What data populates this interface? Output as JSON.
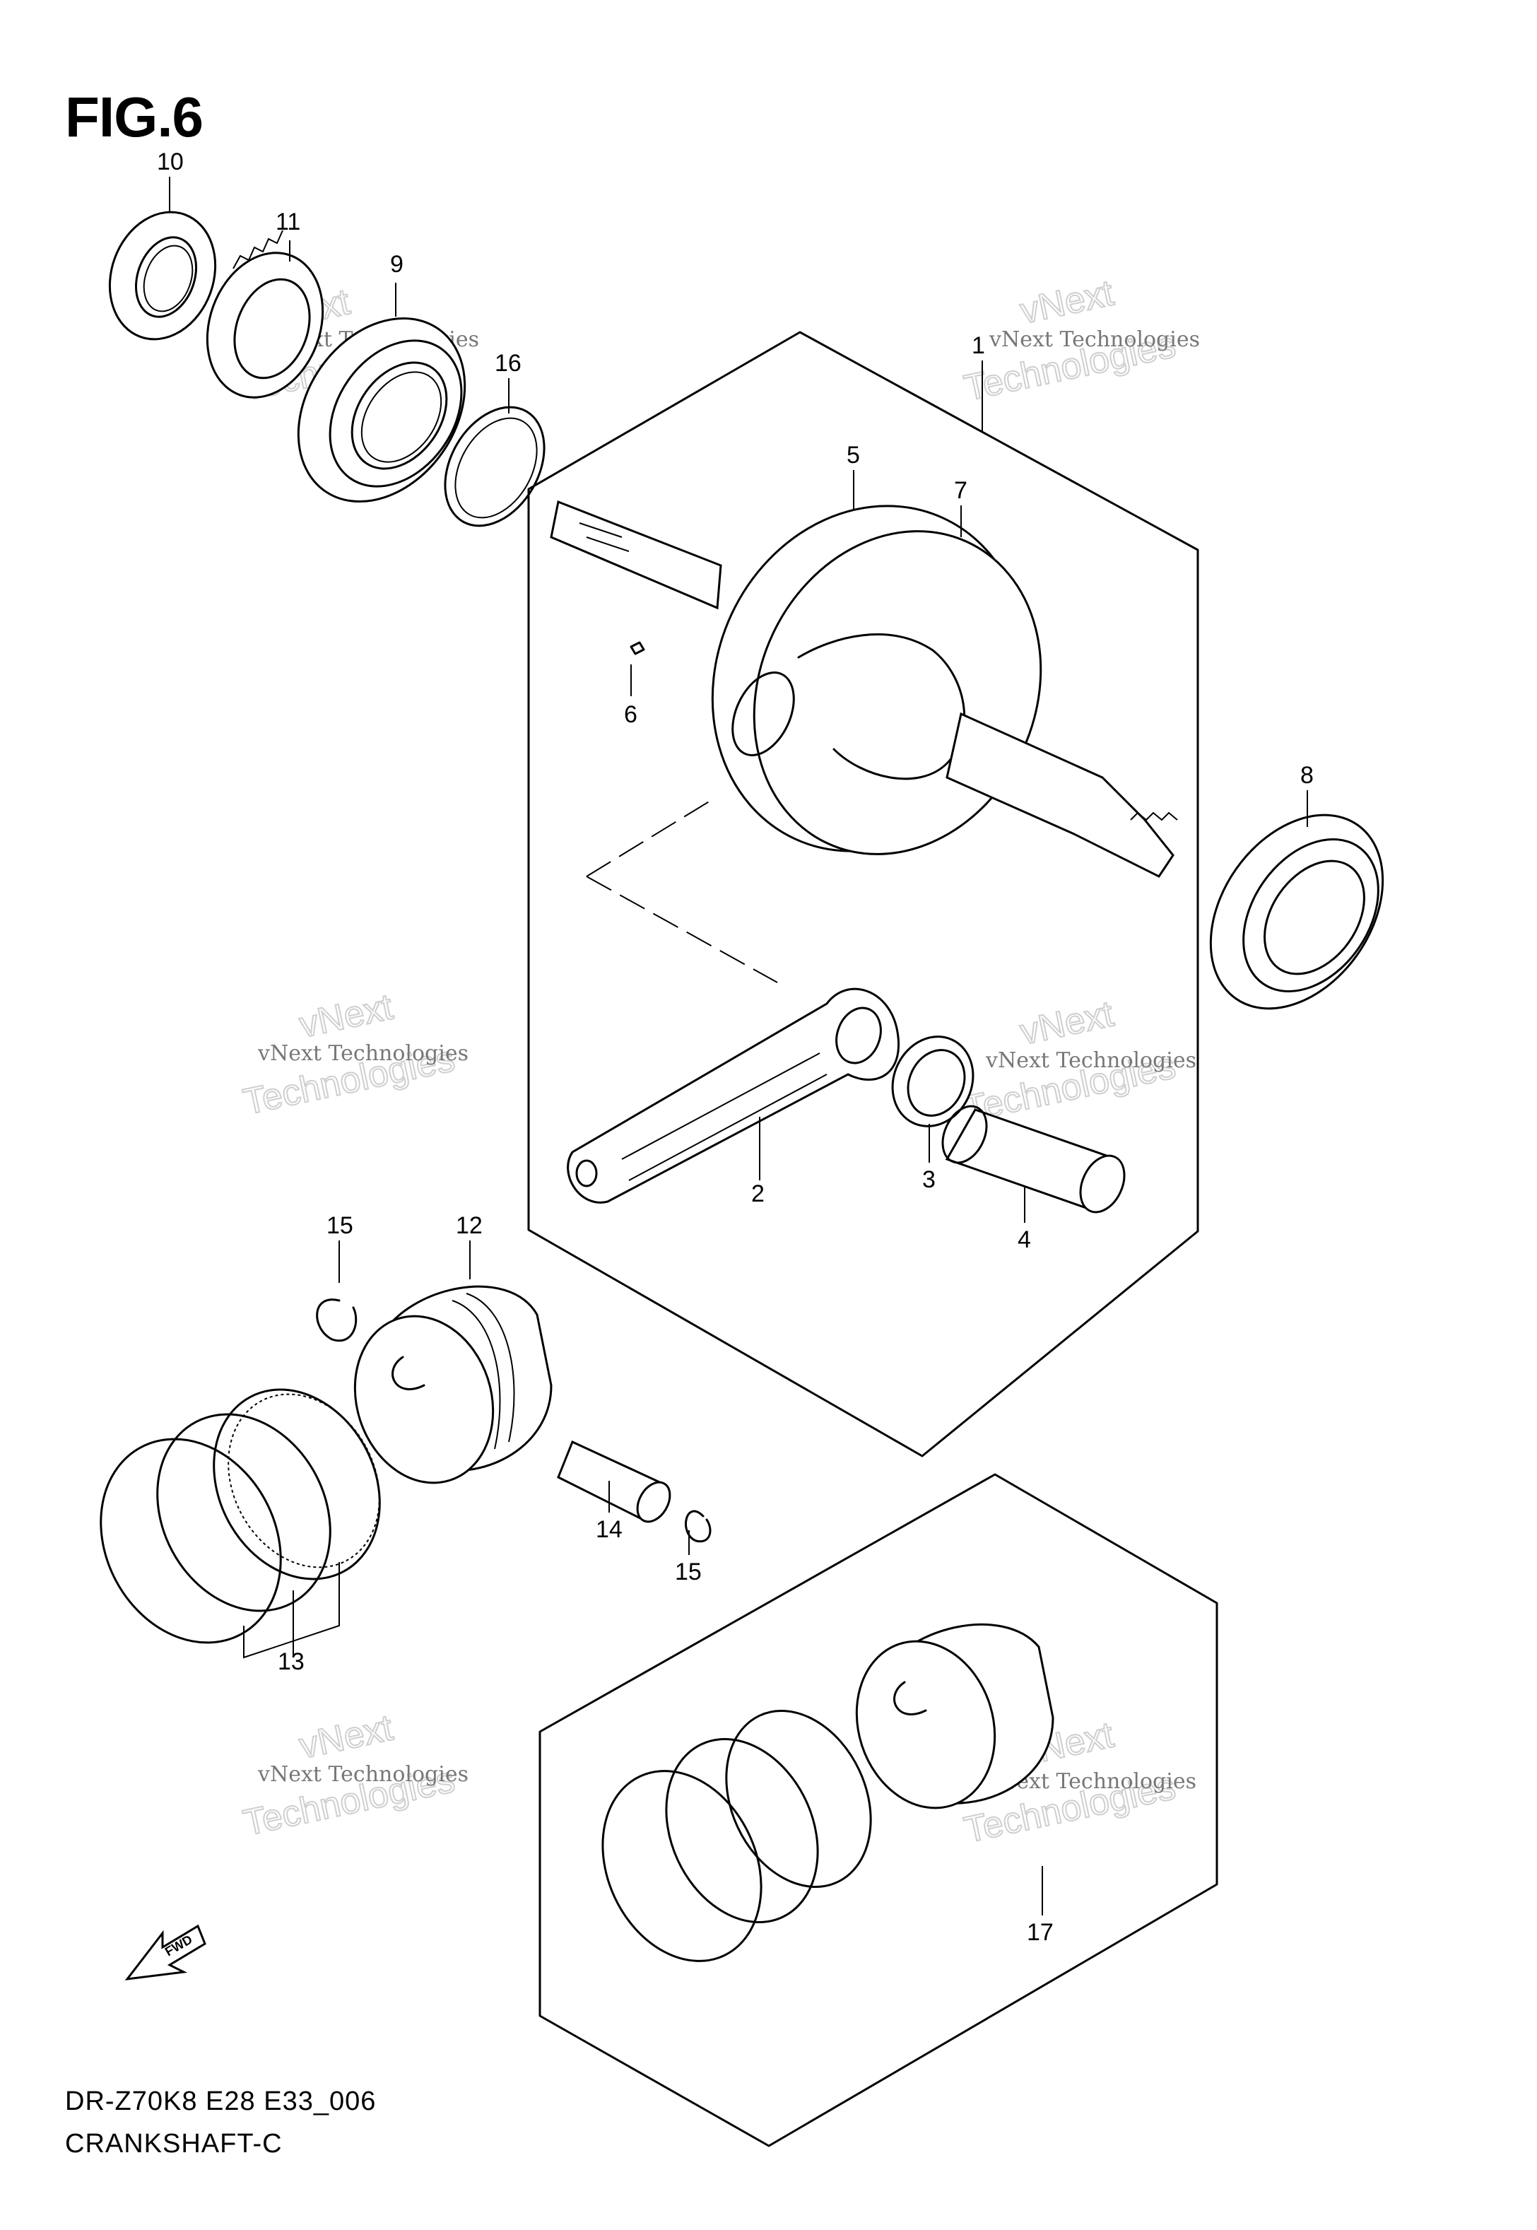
{
  "figure": {
    "title": "FIG.6",
    "model_code": "DR-Z70K8 E28 E33_006",
    "name": "CRANKSHAFT-C"
  },
  "callouts": [
    "10",
    "11",
    "9",
    "16",
    "1",
    "5",
    "7",
    "6",
    "8",
    "2",
    "3",
    "4",
    "15",
    "12",
    "14",
    "15",
    "13",
    "17"
  ],
  "watermark": {
    "line1": "vNext Technologies",
    "line2": "vNext",
    "line3": "Technologies"
  },
  "fwd_label": "FWD",
  "colors": {
    "ink": "#000000",
    "watermark_text": "#777777",
    "watermark_outline": "#cfcfcf"
  }
}
